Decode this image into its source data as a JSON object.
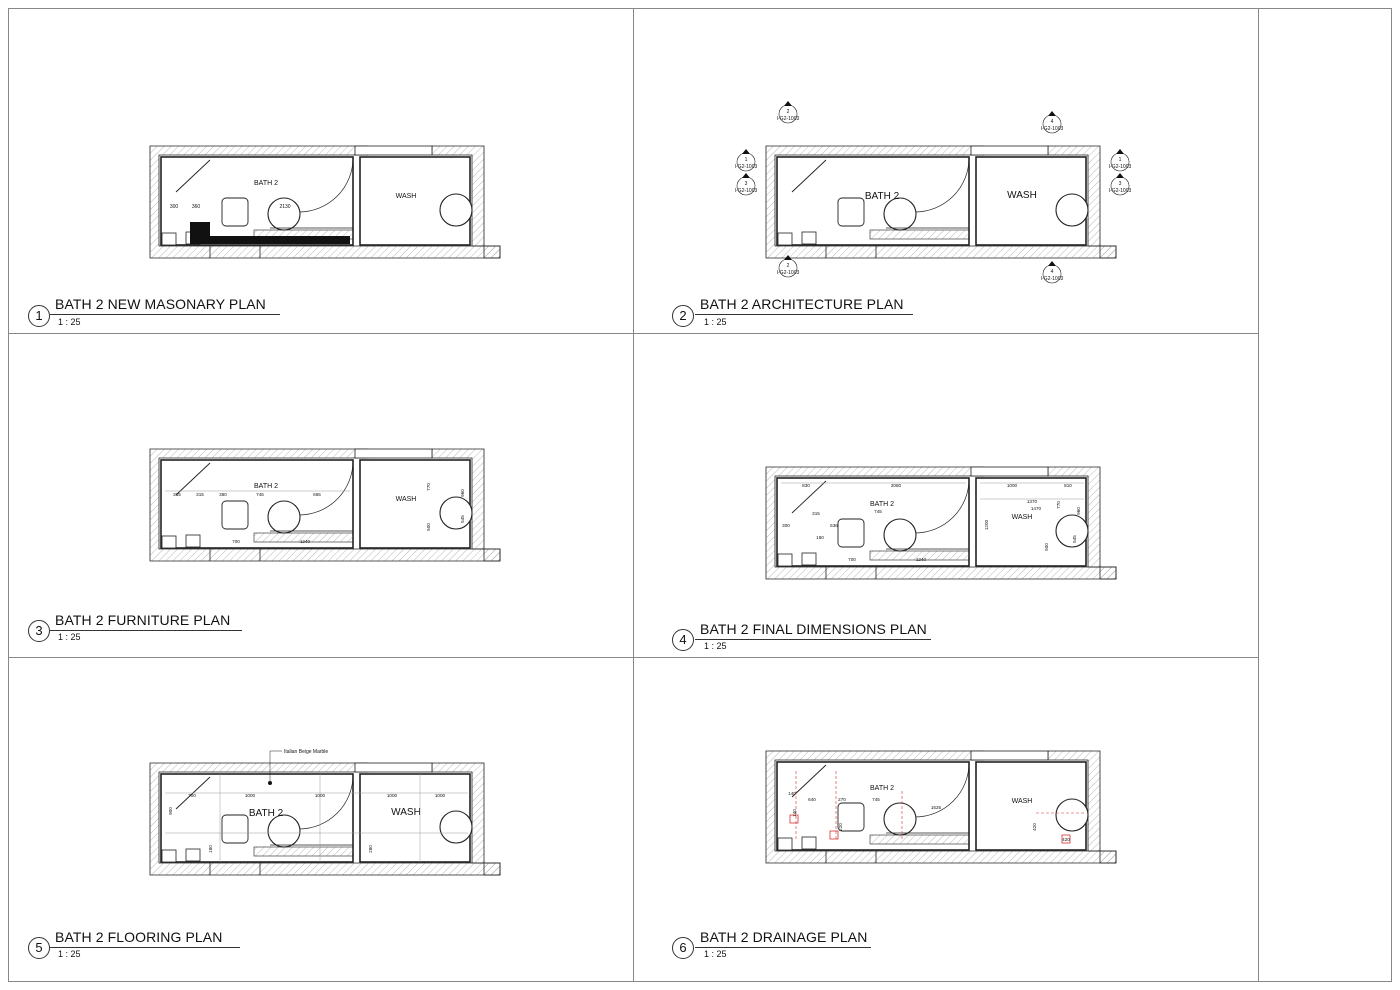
{
  "sheet": {
    "views": [
      {
        "number": "1",
        "title": "BATH 2 NEW MASONARY PLAN",
        "scale": "1 : 25",
        "room_labels": {
          "bath": "BATH 2",
          "wash": "WASH"
        },
        "dimensions": [
          "300",
          "360",
          "2130"
        ]
      },
      {
        "number": "2",
        "title": "BATH 2 ARCHITECTURE PLAN",
        "scale": "1 : 25",
        "room_labels": {
          "bath": "BATH 2",
          "wash": "WASH"
        },
        "section_markers": [
          {
            "num": "2",
            "ref": "I-G2-1003"
          },
          {
            "num": "4",
            "ref": "I-G2-1003"
          },
          {
            "num": "1",
            "ref": "I-G2-1003"
          },
          {
            "num": "3",
            "ref": "I-G2-1003"
          },
          {
            "num": "1",
            "ref": "I-G2-1003"
          },
          {
            "num": "3",
            "ref": "I-G2-1003"
          },
          {
            "num": "2",
            "ref": "I-G2-1003"
          },
          {
            "num": "4",
            "ref": "I-G2-1003"
          }
        ]
      },
      {
        "number": "3",
        "title": "BATH 2 FURNITURE PLAN",
        "scale": "1 : 25",
        "room_labels": {
          "bath": "BATH 2",
          "wash": "WASH"
        },
        "dimensions": [
          "315",
          "315",
          "360",
          "745",
          "665",
          "700",
          "1240",
          "770",
          "500",
          "960",
          "545"
        ]
      },
      {
        "number": "4",
        "title": "BATH 2 FINAL DIMENSIONS PLAN",
        "scale": "1 : 25",
        "room_labels": {
          "bath": "BATH 2",
          "wash": "WASH"
        },
        "dimensions": [
          "830",
          "2080",
          "1000",
          "810",
          "1370",
          "1470",
          "745",
          "315",
          "536",
          "300",
          "160",
          "700",
          "1240",
          "1200",
          "500",
          "960",
          "545",
          "770"
        ]
      },
      {
        "number": "5",
        "title": "BATH 2 FLOORING PLAN",
        "scale": "1 : 25",
        "room_labels": {
          "bath": "BATH 2",
          "wash": "WASH"
        },
        "annotation": "Italian Beige Marble",
        "dimensions": [
          "700",
          "1000",
          "1000",
          "1000",
          "1000",
          "900",
          "180",
          "280"
        ]
      },
      {
        "number": "6",
        "title": "BATH 2 DRAINAGE PLAN",
        "scale": "1 : 25",
        "room_labels": {
          "bath": "BATH 2",
          "wash": "WASH"
        },
        "dimensions": [
          "140",
          "640",
          "270",
          "745",
          "1625",
          "140",
          "220",
          "420",
          "420"
        ]
      }
    ]
  },
  "colors": {
    "line": "#222222",
    "grid": "#999999",
    "hatch": "#9a9a9a",
    "red": "#d33333"
  }
}
